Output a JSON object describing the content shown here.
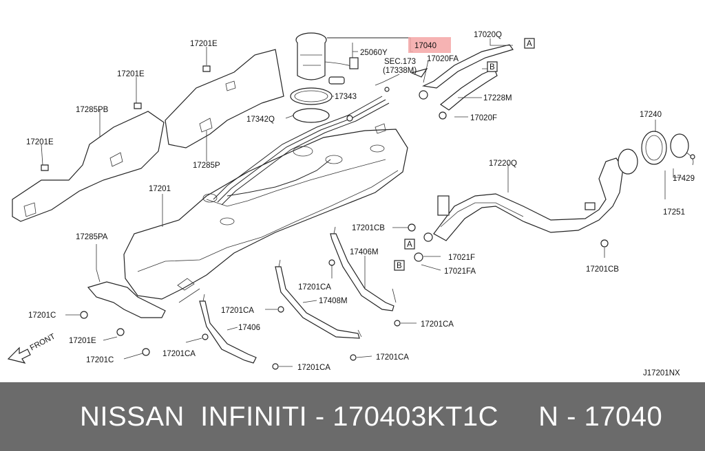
{
  "diagram_code": "J17201NX",
  "highlight_color": "#f4a6a6",
  "footer": {
    "text": "NISSAN  INFINITI - 170403KT1C     N - 17040",
    "background": "#6b6b6b"
  },
  "callouts": {
    "c17040": "17040",
    "c25060Y": "25060Y",
    "sec173a": "SEC.173",
    "sec173b": "(17338M)",
    "c17020FA": "17020FA",
    "c17020Q": "17020Q",
    "boxA1": "A",
    "boxB1": "B",
    "c17228M": "17228M",
    "c17020F": "17020F",
    "c17343": "17343",
    "c17342Q": "17342Q",
    "c17201E_a": "17201E",
    "c17201E_b": "17201E",
    "c17201E_c": "17201E",
    "c17285PB": "17285PB",
    "c17285P": "17285P",
    "c17201": "17201",
    "c17240": "17240",
    "c17220Q": "17220Q",
    "c17429": "17429",
    "c17251": "17251",
    "c17201CB_a": "17201CB",
    "c17201CB_b": "17201CB",
    "boxA2": "A",
    "boxB2": "B",
    "c17021F": "17021F",
    "c17021FA": "17021FA",
    "c17285PA": "17285PA",
    "c17406M": "17406M",
    "c17201CA_a": "17201CA",
    "c17201CA_b": "17201CA",
    "c17201CA_c": "17201CA",
    "c17201CA_d": "17201CA",
    "c17201CA_e": "17201CA",
    "c17201CA_f": "17201CA",
    "c17408M": "17408M",
    "c17406": "17406",
    "c17201C_a": "17201C",
    "c17201C_b": "17201C",
    "c17201E_d": "17201E",
    "front": "FRONT"
  }
}
